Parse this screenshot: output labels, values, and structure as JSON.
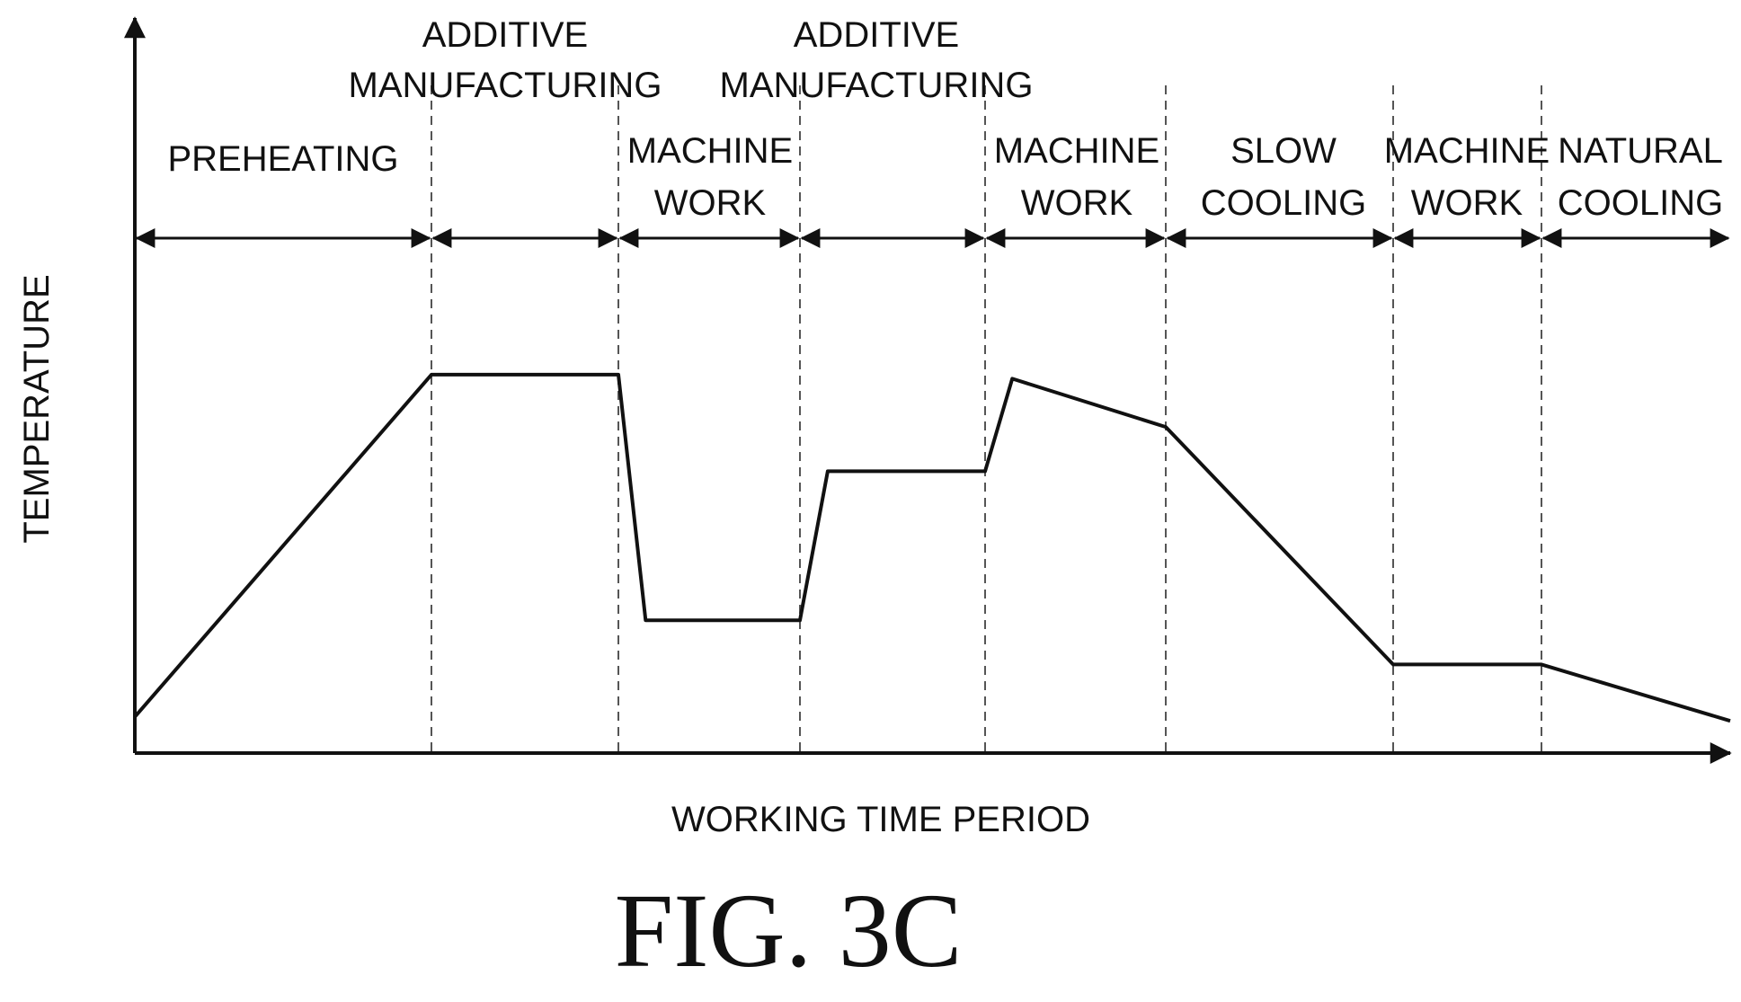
{
  "figure": {
    "caption": "FIG. 3C",
    "y_axis_label": "TEMPERATURE",
    "x_axis_label": "WORKING TIME PERIOD"
  },
  "phases": [
    {
      "id": "preheating",
      "lines": [
        "PREHEATING"
      ],
      "t_start": 0,
      "t_end": 1
    },
    {
      "id": "additive-manufacturing-1",
      "lines": [
        "ADDITIVE",
        "MANUFACTURING"
      ],
      "t_start": 1,
      "t_end": 2
    },
    {
      "id": "machine-work-1",
      "lines": [
        "MACHINE",
        "WORK"
      ],
      "t_start": 2,
      "t_end": 3
    },
    {
      "id": "additive-manufacturing-2",
      "lines": [
        "ADDITIVE",
        "MANUFACTURING"
      ],
      "t_start": 3,
      "t_end": 4
    },
    {
      "id": "machine-work-2",
      "lines": [
        "MACHINE",
        "WORK"
      ],
      "t_start": 4,
      "t_end": 5
    },
    {
      "id": "slow-cooling",
      "lines": [
        "SLOW",
        "COOLING"
      ],
      "t_start": 5,
      "t_end": 6
    },
    {
      "id": "machine-work-3",
      "lines": [
        "MACHINE",
        "WORK"
      ],
      "t_start": 6,
      "t_end": 7
    },
    {
      "id": "natural-cooling",
      "lines": [
        "NATURAL",
        "COOLING"
      ],
      "t_start": 7,
      "t_end": 8
    }
  ],
  "temperature_profile": [
    {
      "t": 0.0,
      "temp": 0.09
    },
    {
      "t": 1.0,
      "temp": 0.94
    },
    {
      "t": 2.0,
      "temp": 0.94
    },
    {
      "t": 2.15,
      "temp": 0.33
    },
    {
      "t": 3.0,
      "temp": 0.33
    },
    {
      "t": 3.15,
      "temp": 0.7
    },
    {
      "t": 4.0,
      "temp": 0.7
    },
    {
      "t": 4.15,
      "temp": 0.93
    },
    {
      "t": 5.0,
      "temp": 0.81
    },
    {
      "t": 6.0,
      "temp": 0.22
    },
    {
      "t": 7.0,
      "temp": 0.22
    },
    {
      "t": 8.0,
      "temp": 0.08
    }
  ],
  "colors": {
    "line": "#111111",
    "divider": "#555555",
    "background": "#ffffff"
  }
}
